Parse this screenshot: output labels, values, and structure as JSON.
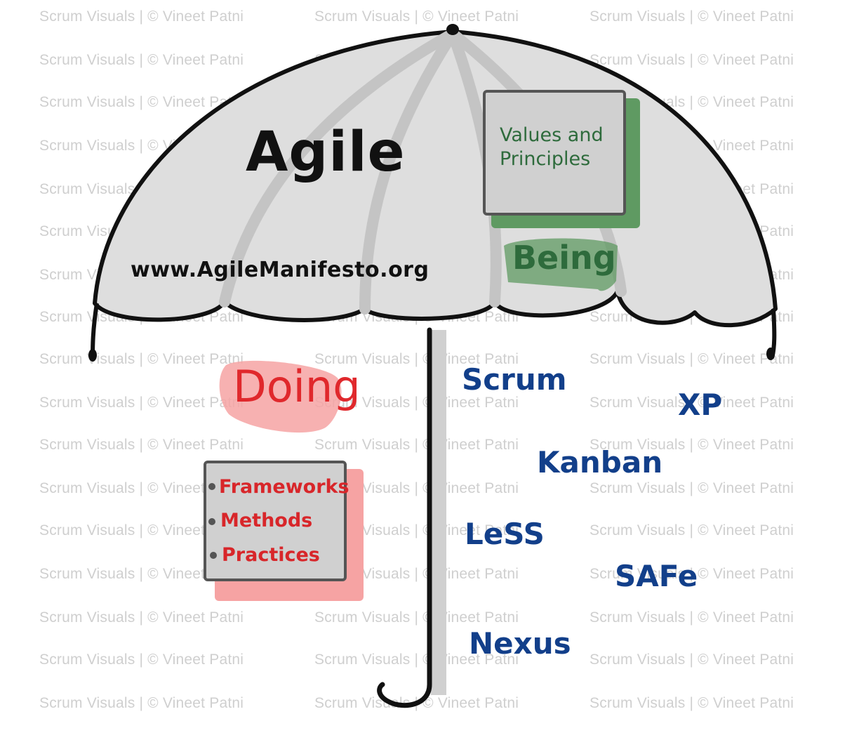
{
  "watermark": "Scrum Visuals | © Vineet Patni",
  "title": "Agile",
  "url": "www.AgileManifesto.org",
  "values_box": {
    "line1": "Values and",
    "line2": "Principles"
  },
  "being_label": "Being",
  "doing_label": "Doing",
  "doing_items": [
    "Frameworks",
    "Methods",
    "Practices"
  ],
  "frameworks": [
    "Scrum",
    "XP",
    "Kanban",
    "LeSS",
    "SAFe",
    "Nexus"
  ],
  "colors": {
    "umbrella_fill": "#dedede",
    "being_green": "#2e6b3c",
    "green_highlight": "#5f9a62",
    "doing_red": "#e0282c",
    "red_highlight": "#f6a3a3",
    "framework_blue": "#123f8a"
  }
}
